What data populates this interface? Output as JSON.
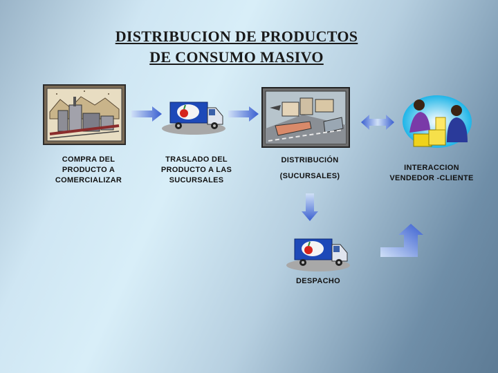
{
  "title": {
    "line1": "DISTRIBUCION DE PRODUCTOS",
    "line2": "DE CONSUMO MASIVO"
  },
  "steps": [
    {
      "label": "COMPRA  DEL\nPRODUCTO A\nCOMERCIALIZAR"
    },
    {
      "label": "TRASLADO  DEL\nPRODUCTO A  LAS\nSUCURSALES"
    },
    {
      "label": "DISTRIBUCIÓN"
    },
    {
      "label": "(SUCURSALES)"
    },
    {
      "label": "INTERACCION\nVENDEDOR -CLIENTE"
    },
    {
      "label": "DESPACHO"
    }
  ],
  "icons": {
    "factory": "factory-picture-icon",
    "truck": "delivery-truck-icon",
    "city": "city-distribution-picture-icon",
    "people": "vendor-client-interaction-icon",
    "arrow_right": "arrow-right-icon",
    "arrow_both": "arrow-bidirectional-icon",
    "arrow_down": "arrow-down-icon",
    "arrow_corner": "arrow-corner-up-icon"
  },
  "colors": {
    "arrow": "#3a5fd0",
    "truck_body": "#1d49b8"
  }
}
